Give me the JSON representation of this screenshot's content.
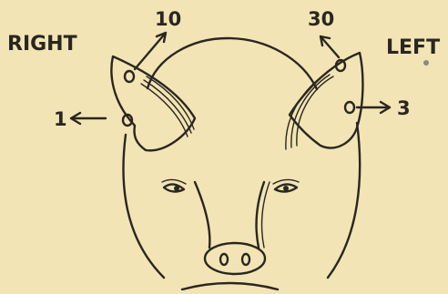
{
  "labels": {
    "right": "RIGHT",
    "left": "LEFT"
  },
  "notch_numbers": {
    "right_ear_tip": "10",
    "right_ear_bottom": "1",
    "left_ear_tip": "30",
    "left_ear_bottom": "3"
  },
  "colors": {
    "background": "#f2e4b4",
    "ink": "#2a2620"
  }
}
